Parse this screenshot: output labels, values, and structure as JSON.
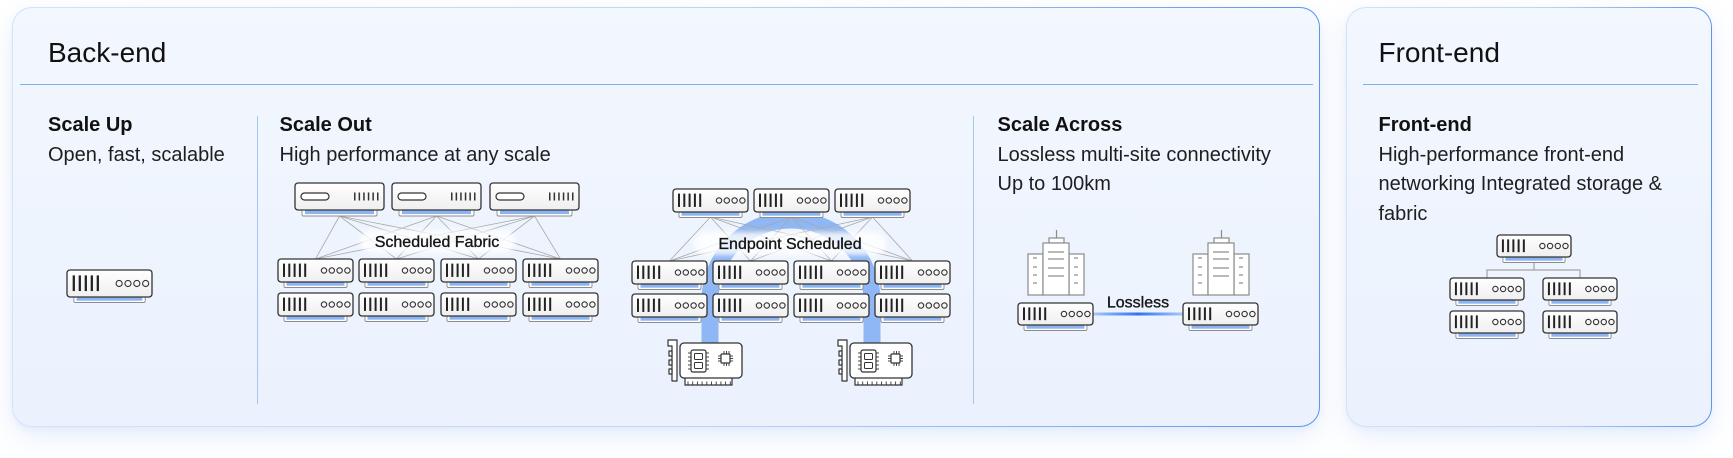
{
  "backend": {
    "title": "Back-end",
    "sections": [
      {
        "title": "Scale Up",
        "description": [
          "Open, fast, scalable"
        ]
      },
      {
        "title": "Scale Out",
        "description": [
          "High performance at any scale"
        ],
        "diagrams": [
          {
            "label": "Scheduled Fabric"
          },
          {
            "label": "Endpoint Scheduled"
          }
        ]
      },
      {
        "title": "Scale Across",
        "description": [
          "Lossless multi-site connectivity",
          "Up to 100km"
        ],
        "link_label": "Lossless"
      }
    ]
  },
  "frontend": {
    "title": "Front-end",
    "section": {
      "title": "Front-end",
      "description": "High-performance front-end networking Integrated storage & fabric"
    }
  },
  "icons": {
    "switch": "network-switch-icon",
    "spine": "spine-switch-icon",
    "nic": "nic-card-icon",
    "building": "building-icon",
    "memory": "memory-chip-icon",
    "cpu": "processor-chip-icon"
  },
  "colors": {
    "accent": "#5b95ec",
    "divider": "#82adef",
    "panel_bg": "#eef4fe",
    "tray_blue": "#8cb4f2",
    "arc_blue": "#8fb7f5",
    "link_blue": "#2f74ee",
    "outline": "#333333"
  }
}
